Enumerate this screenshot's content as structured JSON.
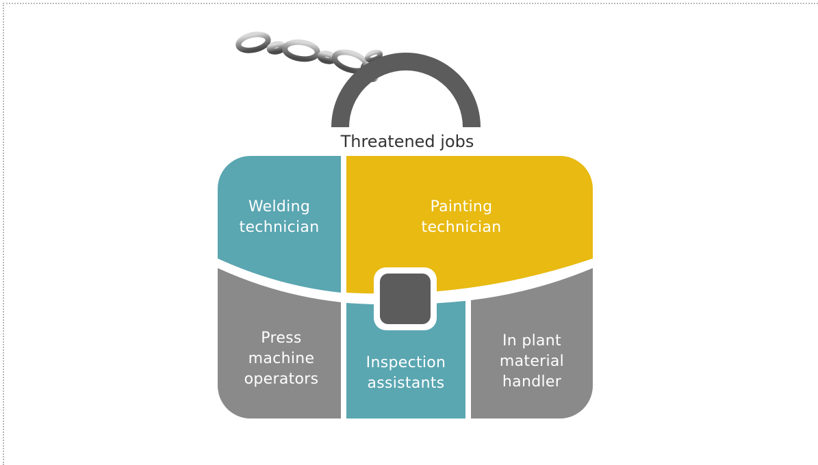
{
  "title": "Threatened jobs",
  "sections": {
    "welding": {
      "lines": [
        "Welding",
        "technician"
      ],
      "color": "#5aa6b1"
    },
    "painting": {
      "lines": [
        "Painting",
        "technician"
      ],
      "color": "#e8ba12"
    },
    "press": {
      "lines": [
        "Press",
        "machine",
        "operators"
      ],
      "color": "#8a8a8a"
    },
    "inspection": {
      "lines": [
        "Inspection",
        "assistants"
      ],
      "color": "#5aa6b1"
    },
    "handler": {
      "lines": [
        "In plant",
        "material",
        "handler"
      ],
      "color": "#8a8a8a"
    }
  },
  "colors": {
    "handle": "#5c5c5c",
    "clasp": "#5c5c5c",
    "chain": "#8d8d8d",
    "title_text": "#333333"
  },
  "icons": {
    "chain": "chain-icon",
    "handle": "briefcase-handle-icon",
    "clasp": "briefcase-clasp-icon"
  }
}
